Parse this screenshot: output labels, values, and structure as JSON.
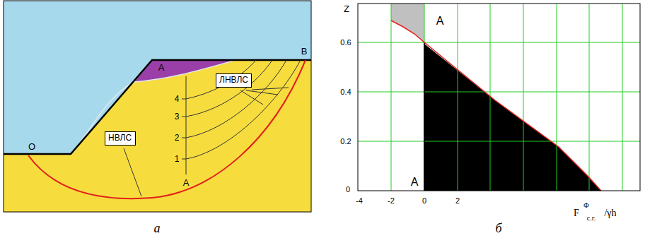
{
  "diagram": {
    "nodes": [
      {
        "text": [
          "ЛНВЛС"
        ]
      },
      {
        "text": [
          "НВЛС"
        ]
      }
    ],
    "labels": [
      "O",
      "B",
      "A",
      "4",
      "3",
      "2",
      "1",
      "A",
      "а",
      "Z",
      "A",
      "0.6",
      "0.4",
      "0.2",
      "0",
      "-4",
      "-2",
      "0",
      "2",
      "A",
      "F",
      "Ф",
      "с.г.",
      "/γh",
      "б"
    ]
  }
}
